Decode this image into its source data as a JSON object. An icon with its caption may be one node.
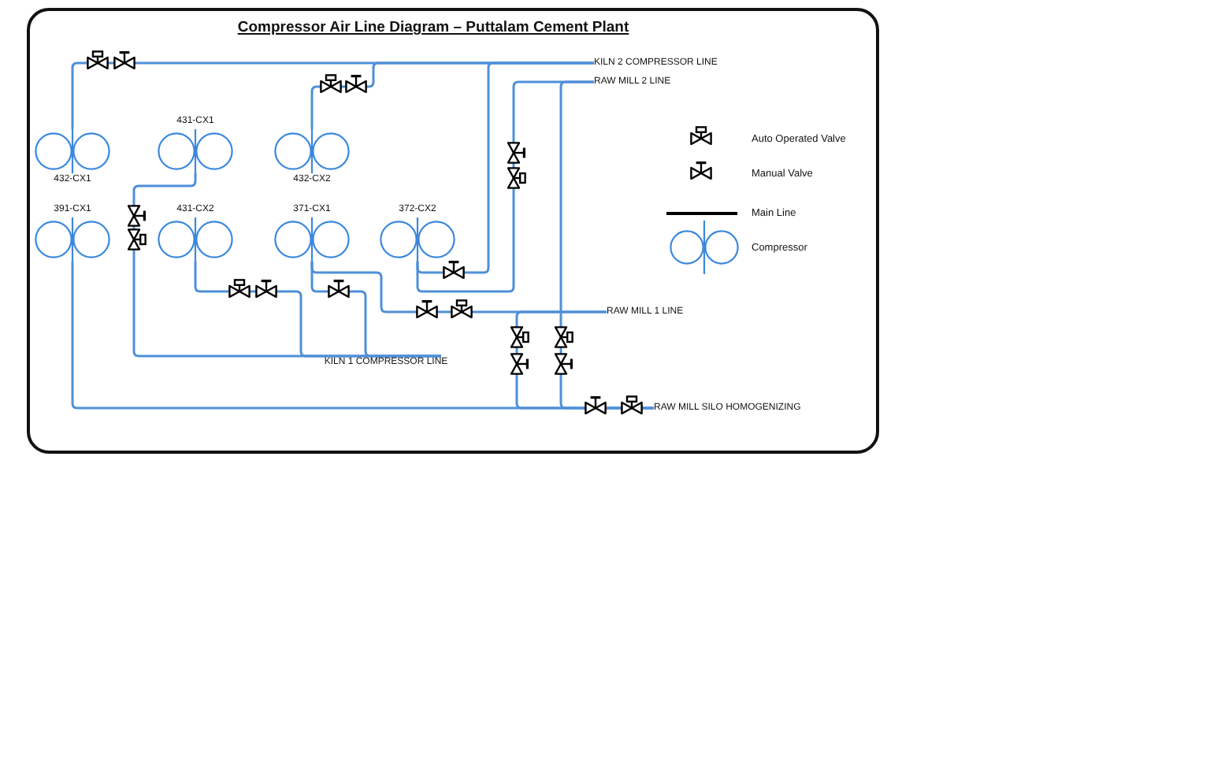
{
  "diagram": {
    "title": "Compressor Air Line Diagram – Puttalam Cement Plant",
    "nodes": [
      {
        "text": [
          "432-CX1"
        ]
      },
      {
        "text": [
          "431-CX1"
        ]
      },
      {
        "text": [
          "432-CX2"
        ]
      },
      {
        "text": [
          "391-CX1"
        ]
      },
      {
        "text": [
          "431-CX2"
        ]
      },
      {
        "text": [
          "371-CX1"
        ]
      },
      {
        "text": [
          "372-CX2"
        ]
      },
      {
        "text": [
          "KILN 2 COMPRESSOR LINE"
        ]
      },
      {
        "text": [
          "RAW MILL 2 LINE"
        ]
      },
      {
        "text": [
          "RAW MILL 1 LINE"
        ]
      },
      {
        "text": [
          "KILN 1 COMPRESSOR LINE"
        ]
      },
      {
        "text": [
          "RAW MILL SILO HOMOGENIZING"
        ]
      }
    ],
    "edges": [
      {
        "from": 0,
        "to": 7,
        "arrow": "none"
      },
      {
        "from": 2,
        "to": 7,
        "arrow": "none"
      },
      {
        "from": 1,
        "to": 10,
        "arrow": "none"
      },
      {
        "from": 4,
        "to": 10,
        "arrow": "none"
      },
      {
        "from": 5,
        "to": 10,
        "arrow": "none"
      },
      {
        "from": 5,
        "to": 9,
        "arrow": "none"
      },
      {
        "from": 6,
        "to": 7,
        "arrow": "none"
      },
      {
        "from": 6,
        "to": 8,
        "arrow": "none"
      },
      {
        "from": 3,
        "to": 11,
        "arrow": "none"
      },
      {
        "from": 9,
        "to": 11,
        "arrow": "none"
      },
      {
        "from": 8,
        "to": 11,
        "arrow": "none"
      }
    ],
    "legend": [
      {
        "text": "Auto Operated Valve"
      },
      {
        "text": "Manual Valve"
      },
      {
        "text": "Main Line"
      },
      {
        "text": "Compressor"
      }
    ]
  }
}
